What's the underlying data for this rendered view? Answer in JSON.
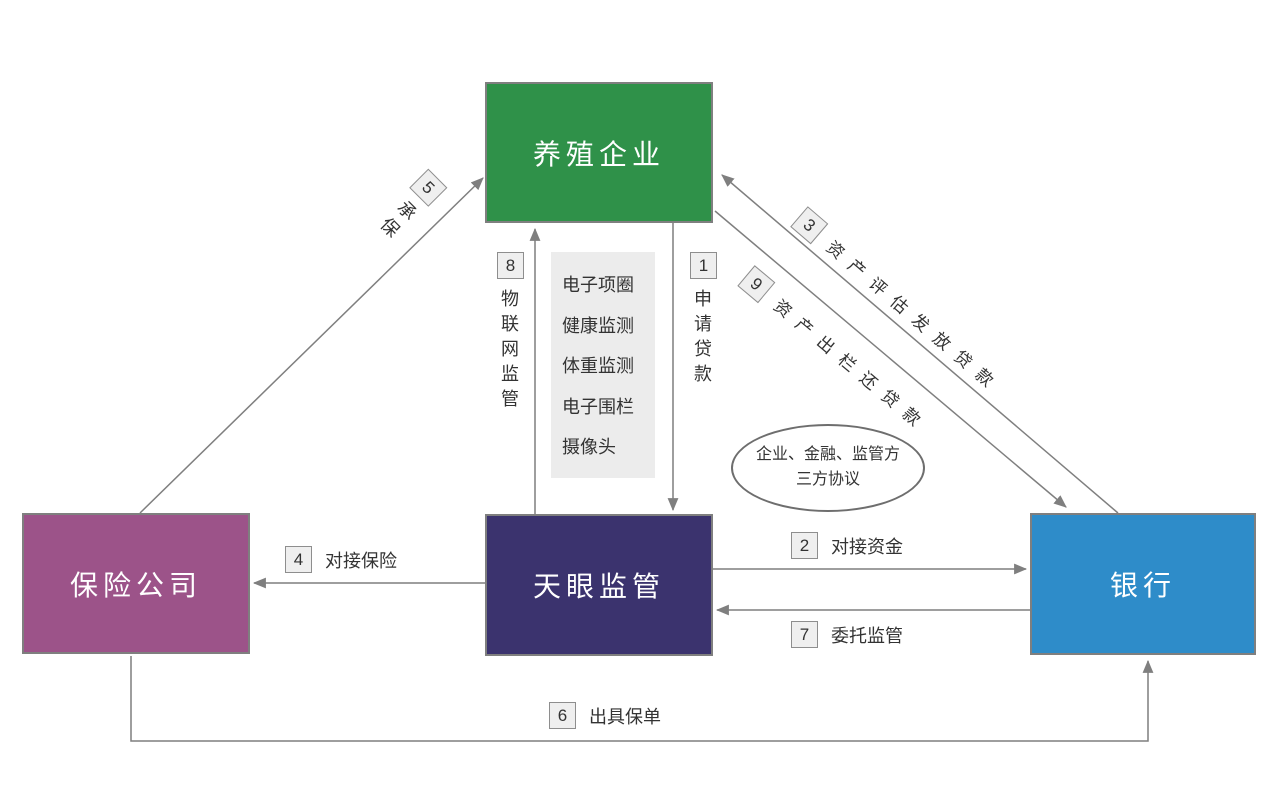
{
  "diagram": {
    "nodes": {
      "enterprise": {
        "label": "养殖企业",
        "color": "#2F9149"
      },
      "insurance": {
        "label": "保险公司",
        "color": "#9C5389"
      },
      "skyeye": {
        "label": "天眼监管",
        "color": "#3B336E"
      },
      "bank": {
        "label": "银行",
        "color": "#2E8CC9"
      }
    },
    "flows": {
      "f1": {
        "num": "1",
        "label": "申请贷款"
      },
      "f2": {
        "num": "2",
        "label": "对接资金"
      },
      "f3": {
        "num": "3",
        "label": "资产评估发放贷款"
      },
      "f4": {
        "num": "4",
        "label": "对接保险"
      },
      "f5": {
        "num": "5",
        "label": "承保"
      },
      "f6": {
        "num": "6",
        "label": "出具保单"
      },
      "f7": {
        "num": "7",
        "label": "委托监管"
      },
      "f8": {
        "num": "8",
        "label": "物联网监管"
      },
      "f9": {
        "num": "9",
        "label": "资产出栏还贷款"
      }
    },
    "iot_panel": {
      "items": [
        "电子项圈",
        "健康监测",
        "体重监测",
        "电子围栏",
        "摄像头"
      ]
    },
    "agreement": {
      "line1": "企业、金融、监管方",
      "line2": "三方协议"
    },
    "style": {
      "line_color": "#7F7F7F",
      "badge_bg": "#EFEFEF",
      "panel_bg": "#ECECEC"
    }
  }
}
